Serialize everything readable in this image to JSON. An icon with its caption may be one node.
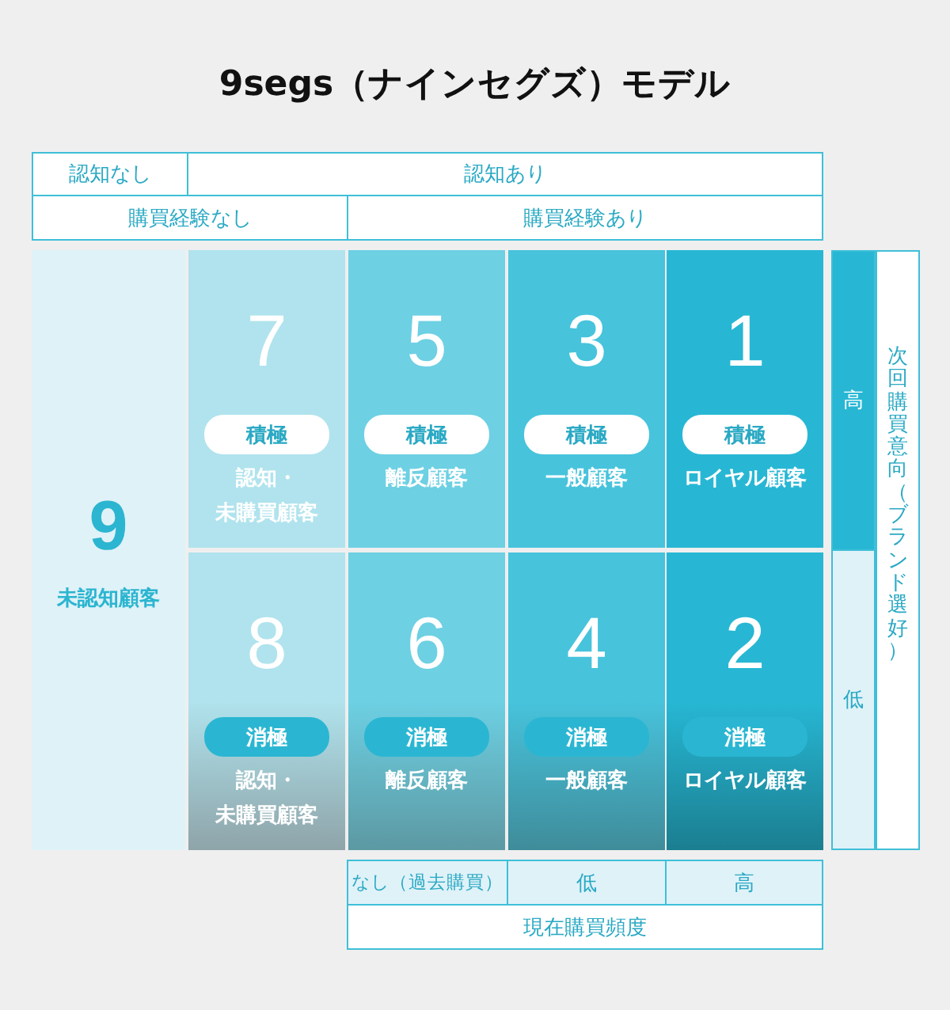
{
  "diagram": {
    "title": "9segs（ナインセグズ）モデル",
    "nodes": [
      {
        "text": [
          "認知なし"
        ]
      },
      {
        "text": [
          "認知あり"
        ]
      },
      {
        "text": [
          "購買経験なし"
        ]
      },
      {
        "text": [
          "購買経験あり"
        ]
      },
      {
        "text": [
          "9",
          "未認知顧客"
        ]
      },
      {
        "text": [
          "7",
          "認知・未購買顧客"
        ]
      },
      {
        "text": [
          "積極"
        ],
        "in": 5
      },
      {
        "text": [
          "5",
          "離反顧客"
        ]
      },
      {
        "text": [
          "積極"
        ],
        "in": 7
      },
      {
        "text": [
          "3",
          "一般顧客"
        ]
      },
      {
        "text": [
          "積極"
        ],
        "in": 9
      },
      {
        "text": [
          "1",
          "ロイヤル顧客"
        ]
      },
      {
        "text": [
          "積極"
        ],
        "in": 11
      },
      {
        "text": [
          "8",
          "認知・未購買顧客"
        ]
      },
      {
        "text": [
          "消極"
        ],
        "in": 13
      },
      {
        "text": [
          "6",
          "離反顧客"
        ]
      },
      {
        "text": [
          "消極"
        ],
        "in": 15
      },
      {
        "text": [
          "4",
          "一般顧客"
        ]
      },
      {
        "text": [
          "消極"
        ],
        "in": 17
      },
      {
        "text": [
          "2",
          "ロイヤル顧客"
        ]
      },
      {
        "text": [
          "消極"
        ],
        "in": 19
      },
      {
        "text": [
          "高"
        ]
      },
      {
        "text": [
          "低"
        ]
      },
      {
        "text": [
          "次回購買意向（ブランド選好）"
        ]
      },
      {
        "text": [
          "なし（過去購買）"
        ]
      },
      {
        "text": [
          "低"
        ]
      },
      {
        "text": [
          "高"
        ]
      },
      {
        "text": [
          "現在購買頻度"
        ]
      }
    ]
  }
}
